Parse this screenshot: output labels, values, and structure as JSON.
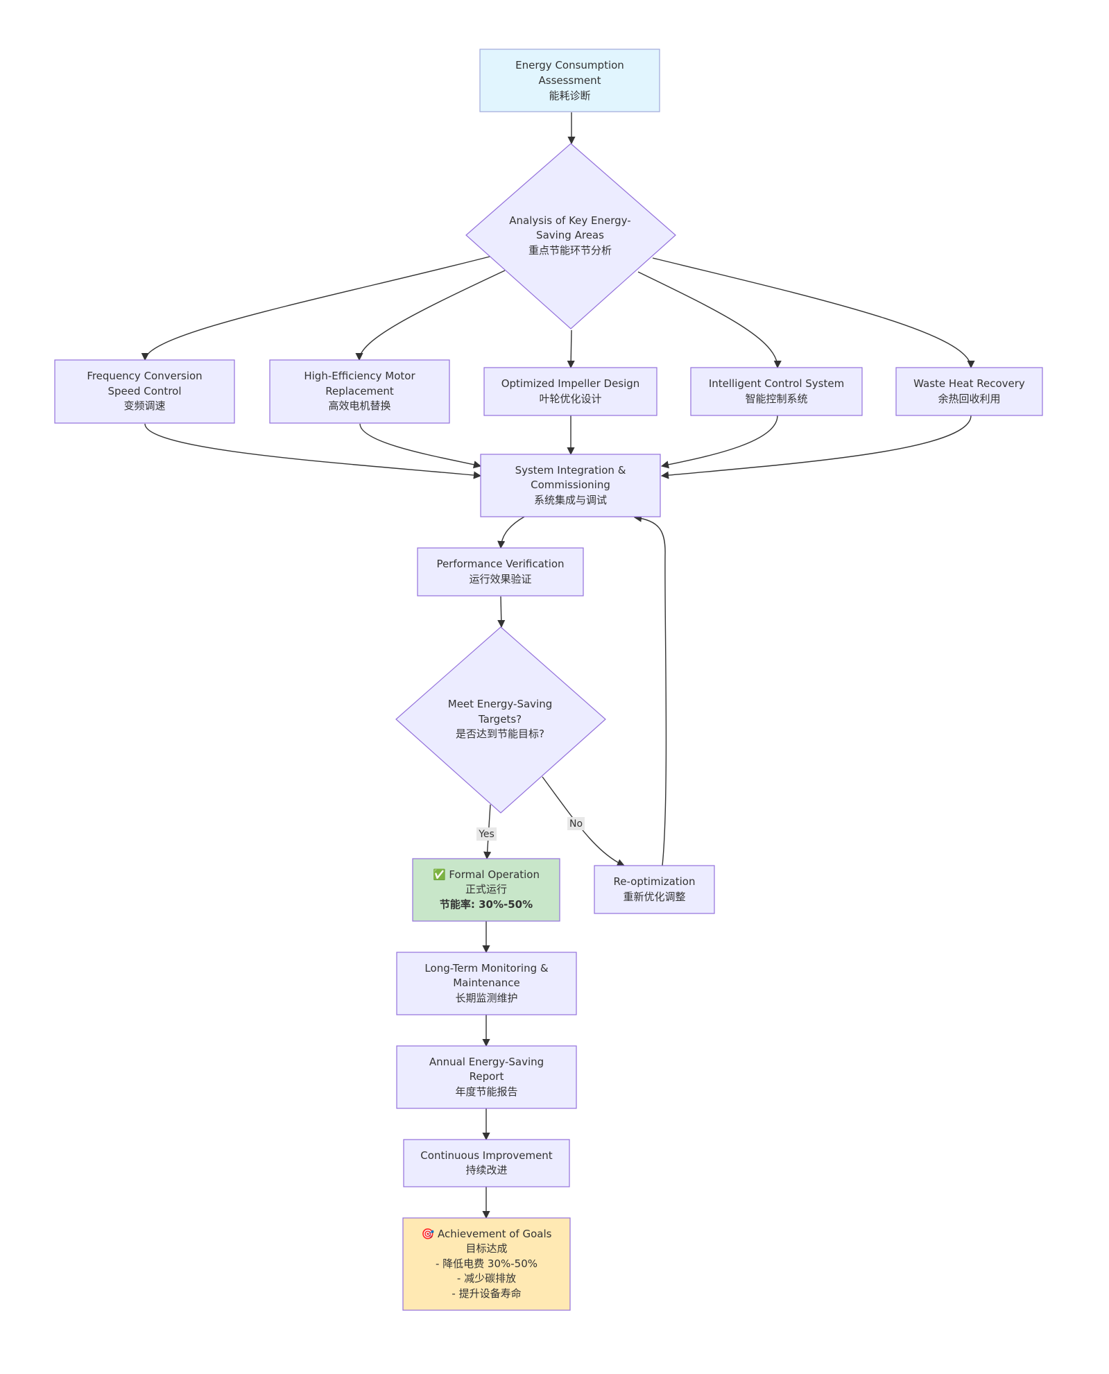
{
  "nodes": {
    "assessment": {
      "lines": [
        "Energy Consumption",
        "Assessment",
        "能耗诊断"
      ]
    },
    "analysis": {
      "lines": [
        "Analysis of Key Energy-",
        "Saving Areas",
        "重点节能环节分析"
      ]
    },
    "frequency": {
      "lines": [
        "Frequency Conversion",
        "Speed Control",
        "变频调速"
      ]
    },
    "motor": {
      "lines": [
        "High-Efficiency Motor",
        "Replacement",
        "高效电机替换"
      ]
    },
    "impeller": {
      "lines": [
        "Optimized Impeller Design",
        "叶轮优化设计"
      ]
    },
    "control": {
      "lines": [
        "Intelligent Control System",
        "智能控制系统"
      ]
    },
    "heat": {
      "lines": [
        "Waste Heat Recovery",
        "余热回收利用"
      ]
    },
    "integration": {
      "lines": [
        "System Integration &",
        "Commissioning",
        "系统集成与调试"
      ]
    },
    "verification": {
      "lines": [
        "Performance Verification",
        "运行效果验证"
      ]
    },
    "decision": {
      "lines": [
        "Meet Energy-Saving",
        "Targets?",
        "是否达到节能目标?"
      ]
    },
    "formal": {
      "lines": [
        "✅ Formal Operation",
        "正式运行",
        "节能率: 30%-50%"
      ]
    },
    "reopt": {
      "lines": [
        "Re-optimization",
        "重新优化调整"
      ]
    },
    "monitoring": {
      "lines": [
        "Long-Term Monitoring &",
        "Maintenance",
        "长期监测维护"
      ]
    },
    "report": {
      "lines": [
        "Annual Energy-Saving",
        "Report",
        "年度节能报告"
      ]
    },
    "improvement": {
      "lines": [
        "Continuous Improvement",
        "持续改进"
      ]
    },
    "goals": {
      "lines": [
        "🎯 Achievement of Goals",
        "目标达成",
        "- 降低电费 30%-50%",
        "- 减少碳排放",
        "- 提升设备寿命"
      ]
    }
  },
  "edge_labels": {
    "yes": "Yes",
    "no": "No"
  },
  "colors": {
    "default_fill": "#ececff",
    "default_stroke": "#9370db",
    "start_fill": "#e1f5fe",
    "start_stroke": "#9fa8da",
    "success_fill": "#c8e6c9",
    "success_stroke": "#9370db",
    "goal_fill": "#ffe9b3",
    "goal_stroke": "#9370db",
    "edge": "#333333"
  }
}
